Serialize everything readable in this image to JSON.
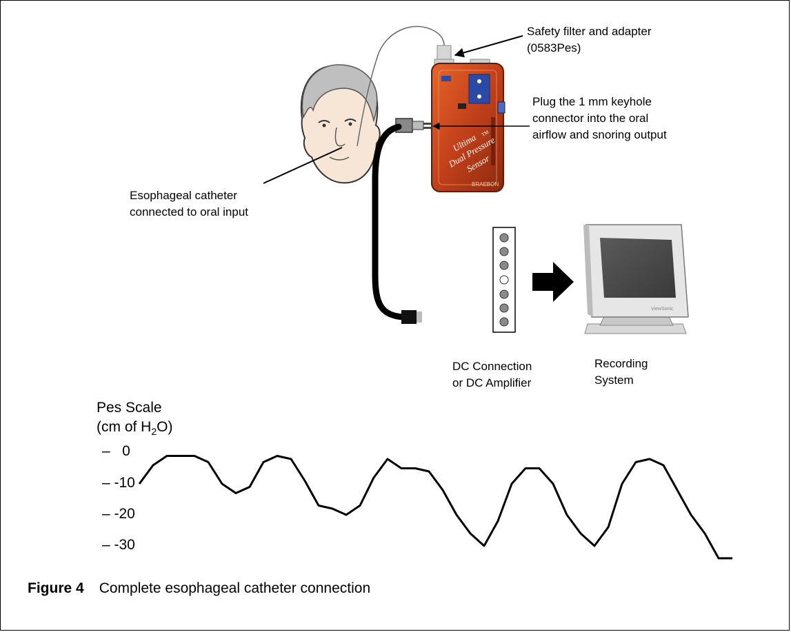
{
  "labels": {
    "safety_filter_line1": "Safety filter and adapter",
    "safety_filter_line2": "(0583Pes)",
    "plug_line1": "Plug the 1 mm keyhole",
    "plug_line2": "connector into the oral",
    "plug_line3": "airflow and snoring output",
    "esoph_line1": "Esophageal catheter",
    "esoph_line2": "connected to oral input",
    "dc_line1": "DC Connection",
    "dc_line2": "or DC Amplifier",
    "rec_line1": "Recording",
    "rec_line2": "System"
  },
  "device": {
    "brand_line1": "Ultima",
    "brand_tm": "TM",
    "brand_line2": "Dual Pressure",
    "brand_line3": "Sensor",
    "maker": "BRAEBON"
  },
  "monitor": {
    "maker": "ViewSonic"
  },
  "scale": {
    "title": "Pes Scale",
    "unit_prefix": "(cm of H",
    "unit_sub": "2",
    "unit_suffix": "O)",
    "ticks": [
      "–   0",
      "– -10",
      "– -20",
      "– -30"
    ]
  },
  "waveform": {
    "x": [
      0,
      2,
      4,
      6,
      8,
      10,
      12,
      14,
      16,
      18,
      20,
      22,
      24,
      26,
      28,
      30,
      32,
      34,
      36,
      38,
      40,
      42,
      44,
      46,
      48,
      50,
      52,
      54,
      56,
      58,
      60,
      62,
      64,
      66,
      68,
      70,
      72,
      74,
      76,
      78,
      80,
      82,
      84,
      86
    ],
    "y": [
      -10,
      -4,
      -1,
      -1,
      -1,
      -3,
      -10,
      -13,
      -11,
      -3,
      -1,
      -2,
      -9,
      -17,
      -18,
      -20,
      -17,
      -8,
      -2,
      -5,
      -5,
      -6,
      -12,
      -20,
      -26,
      -30,
      -22,
      -10,
      -5,
      -5,
      -10,
      -20,
      -26,
      -30,
      -24,
      -10,
      -3,
      -2,
      -4,
      -12,
      -20,
      -26,
      -34,
      -34
    ]
  },
  "caption": {
    "label": "Figure 4",
    "text": "Complete esophageal catheter connection"
  }
}
